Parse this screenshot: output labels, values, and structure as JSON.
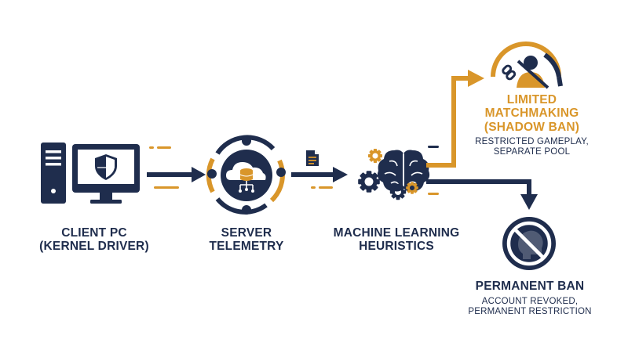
{
  "colors": {
    "navy": "#1f2d4d",
    "gold": "#d9962a",
    "background": "#ffffff"
  },
  "nodes": {
    "client": {
      "title": [
        "CLIENT PC",
        "(KERNEL DRIVER)"
      ],
      "icons": [
        "desktop-computer-icon",
        "shield-icon"
      ]
    },
    "server": {
      "title": [
        "SERVER",
        "TELEMETRY"
      ],
      "icons": [
        "cloud-database-icon"
      ]
    },
    "ml": {
      "title": [
        "MACHINE LEARNING",
        "HEURISTICS"
      ],
      "icons": [
        "brain-gears-icon"
      ]
    },
    "limited": {
      "title": [
        "LIMITED",
        "MATCHMAKING",
        "(SHADOW BAN)"
      ],
      "subtitle": [
        "RESTRICTED GAMEPLAY,",
        "SEPARATE POOL"
      ],
      "icons": [
        "broken-link-gauge-icon"
      ]
    },
    "ban": {
      "title": [
        "PERMANENT BAN"
      ],
      "subtitle": [
        "ACCOUNT REVOKED,",
        "PERMANENT RESTRICTION"
      ],
      "icons": [
        "prohibited-skull-icon"
      ]
    }
  }
}
